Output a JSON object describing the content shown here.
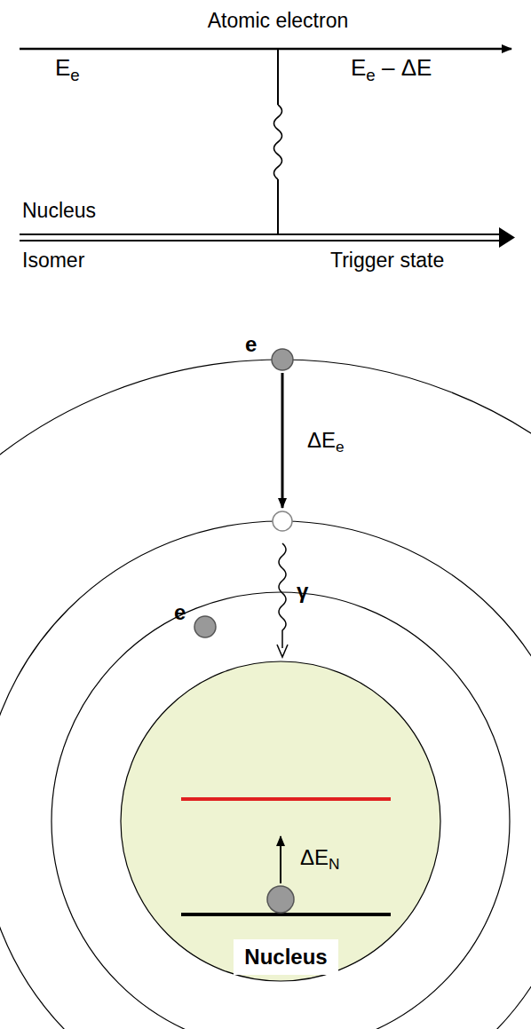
{
  "diagram": {
    "nodes": [
      {
        "text": [
          "Nucleus"
        ]
      }
    ],
    "labels": [
      "Atomic electron",
      "Ee",
      "Ee – ΔE",
      "Nucleus",
      "Isomer",
      "Trigger state",
      "e",
      "ΔEe",
      "e",
      "γ",
      "ΔEN"
    ]
  }
}
